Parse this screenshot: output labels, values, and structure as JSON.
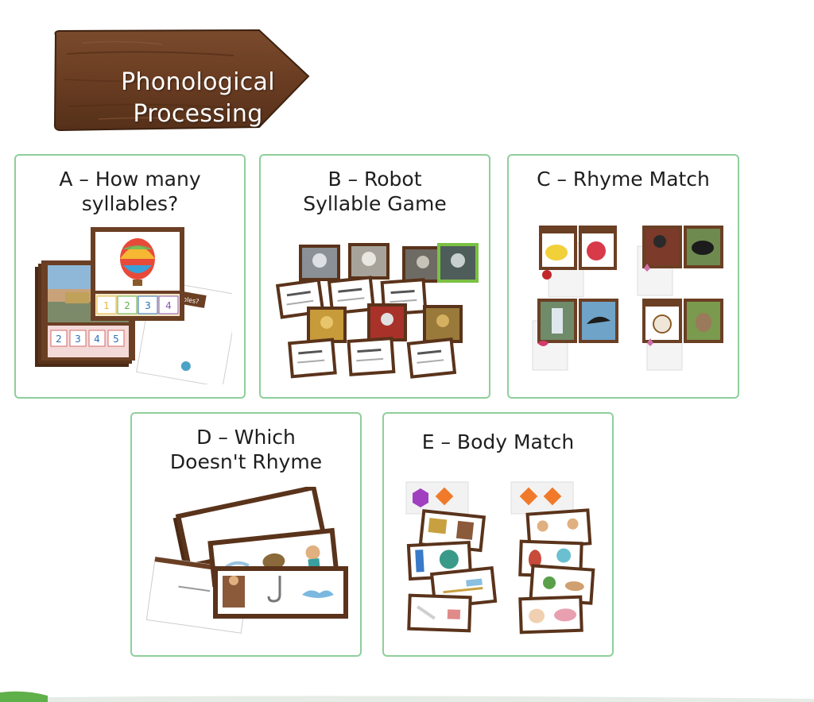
{
  "header": {
    "title_line1": "Phonological",
    "title_line2": "Processing"
  },
  "cards": [
    {
      "id": "a",
      "title_line1": "A – How many",
      "title_line2": "syllables?"
    },
    {
      "id": "b",
      "title_line1": "B – Robot",
      "title_line2": "Syllable Game"
    },
    {
      "id": "c",
      "title_line1": "C – Rhyme Match",
      "title_line2": ""
    },
    {
      "id": "d",
      "title_line1": "D – Which",
      "title_line2": "Doesn't Rhyme"
    },
    {
      "id": "e",
      "title_line1": "E – Body Match",
      "title_line2": ""
    }
  ],
  "activity_a": {
    "numbers_top": [
      "1",
      "2",
      "3",
      "4"
    ],
    "numbers_bottom": [
      "2",
      "3",
      "4",
      "5"
    ],
    "sheet_label": "ny Syllables?"
  },
  "colors": {
    "wood": "#6b3f24",
    "wood_dark": "#4b2914",
    "card_border": "#8fcf9b",
    "grass": "#5fb04a"
  }
}
